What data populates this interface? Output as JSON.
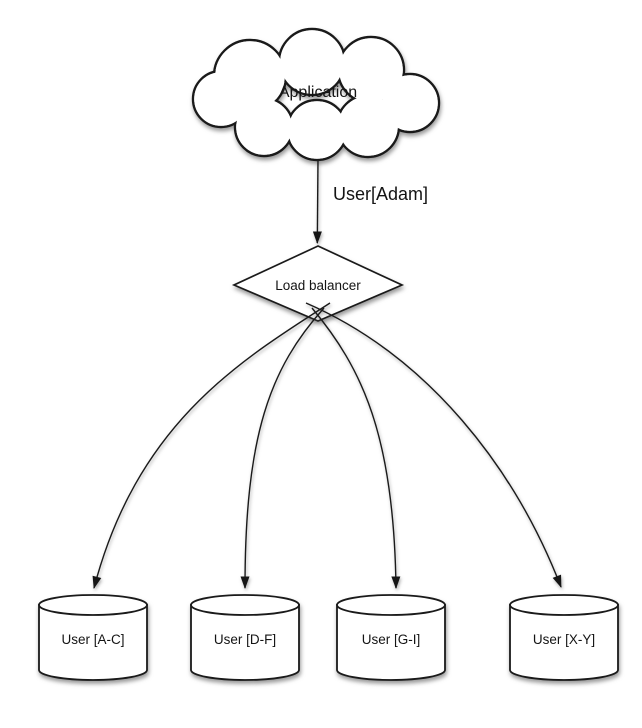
{
  "diagram": {
    "type": "flowchart",
    "background": "#ffffff",
    "colors": {
      "stroke": "#1a1a1a",
      "node_fill": "#ffffff",
      "text": "#141414"
    },
    "nodes": {
      "application": {
        "label": "Application",
        "shape": "cloud"
      },
      "load_balancer": {
        "label": "Load balancer",
        "shape": "diamond"
      },
      "shards": [
        {
          "label": "User [A-C]",
          "shape": "cylinder"
        },
        {
          "label": "User [D-F]",
          "shape": "cylinder"
        },
        {
          "label": "User [G-I]",
          "shape": "cylinder"
        },
        {
          "label": "User [X-Y]",
          "shape": "cylinder"
        }
      ]
    },
    "edges": {
      "app_to_lb": {
        "from": "Application",
        "to": "Load balancer",
        "label": "User[Adam]"
      },
      "lb_to_shards": [
        {
          "from": "Load balancer",
          "to": "User [A-C]"
        },
        {
          "from": "Load balancer",
          "to": "User [D-F]"
        },
        {
          "from": "Load balancer",
          "to": "User [G-I]"
        },
        {
          "from": "Load balancer",
          "to": "User [X-Y]"
        }
      ]
    }
  }
}
